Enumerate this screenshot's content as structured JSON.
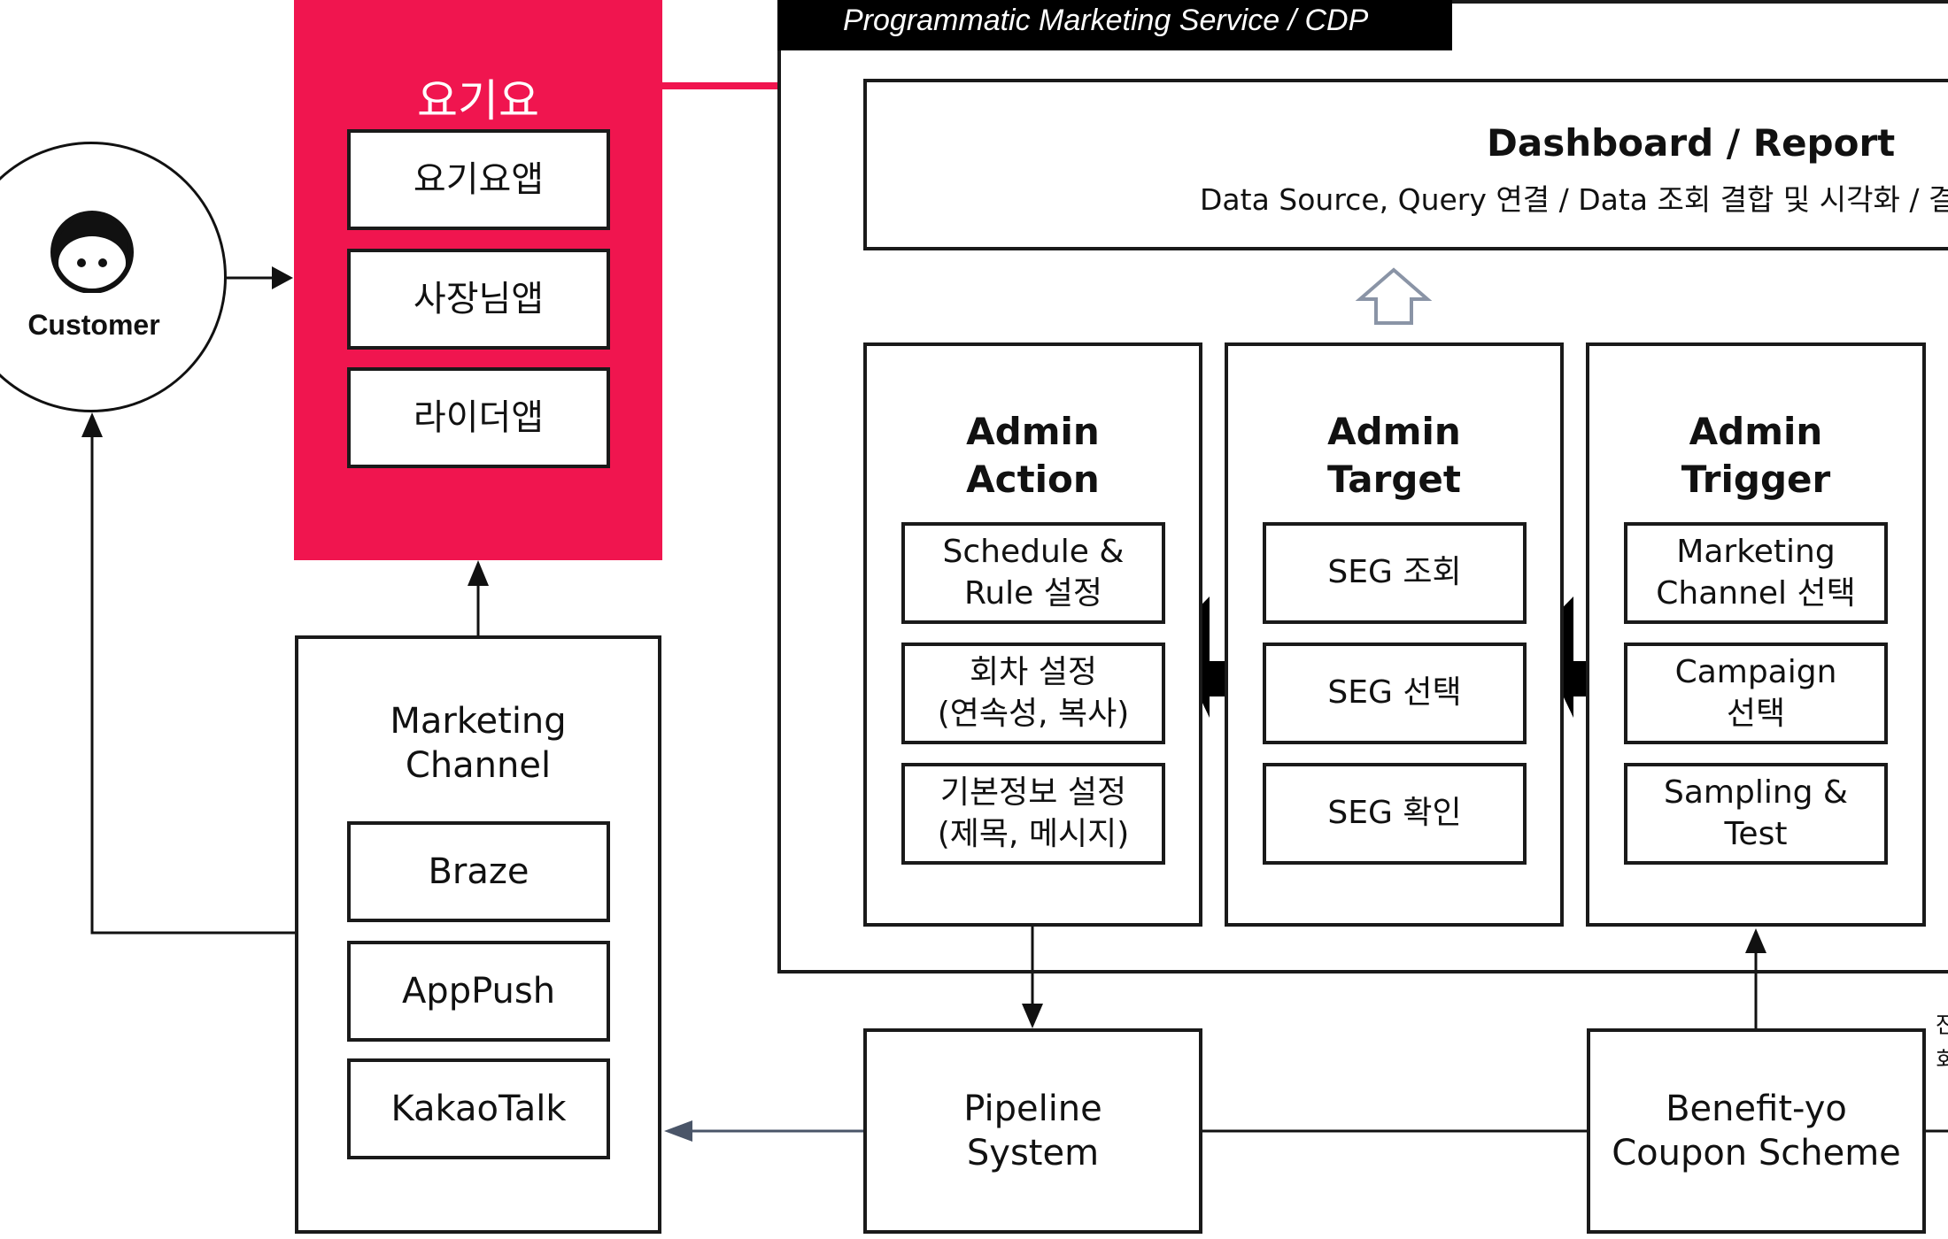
{
  "customer": {
    "label": "Customer"
  },
  "yogiyo": {
    "title": "요기요",
    "apps": [
      "요기요앱",
      "사장님앱",
      "라이더앱"
    ],
    "color": "#f0154f"
  },
  "marketing_channel": {
    "title": "Marketing\nChannel",
    "items": [
      "Braze",
      "AppPush",
      "KakaoTalk"
    ]
  },
  "pms": {
    "header": "Programmatic Marketing Service / CDP",
    "dashboard": {
      "title": "Dashboard / Report",
      "subtitle": "Data Source, Query 연결 / Data 조회 결합 및 시각화 / 결과"
    },
    "admin_action": {
      "title": "Admin\nAction",
      "items": [
        "Schedule &\nRule 설정",
        "회차 설정\n(연속성, 복사)",
        "기본정보 설정\n(제목, 메시지)"
      ]
    },
    "admin_target": {
      "title": "Admin\nTarget",
      "items": [
        "SEG 조회",
        "SEG 선택",
        "SEG 확인"
      ]
    },
    "admin_trigger": {
      "title": "Admin\nTrigger",
      "items": [
        "Marketing\nChannel 선택",
        "Campaign\n선택",
        "Sampling &\nTest"
      ]
    }
  },
  "pipeline": {
    "label": "Pipeline\nSystem"
  },
  "benefit": {
    "label": "Benefit-yo\nCoupon Scheme"
  },
  "edge_text": {
    "top": "잔",
    "bottom": "회"
  }
}
